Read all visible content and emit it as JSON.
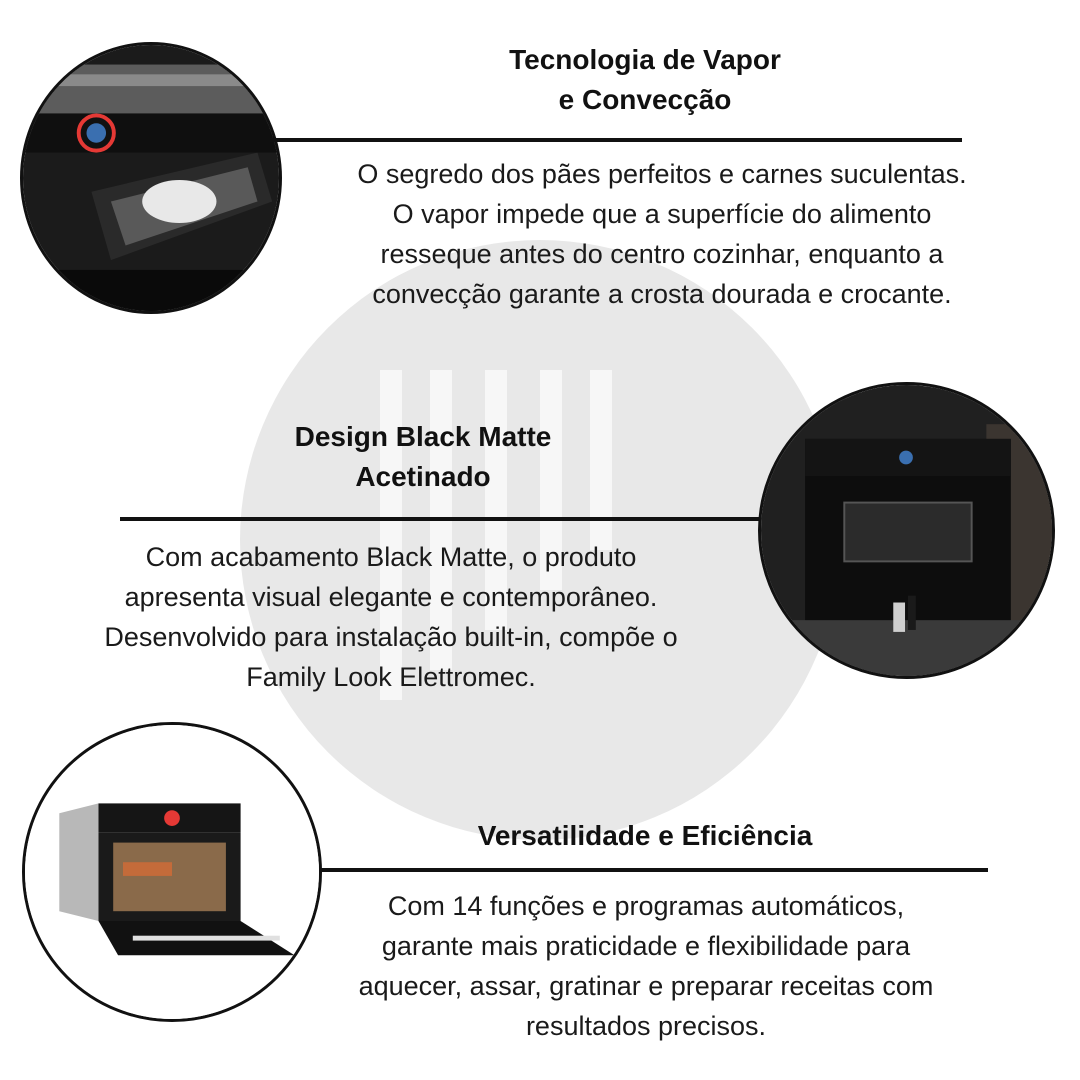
{
  "sections": [
    {
      "title": "Tecnologia de Vapor\ne Convecção",
      "body": "O segredo dos pães perfeitos e carnes suculentas.\nO vapor impede que a superfície do alimento\nresseque antes do centro cozinhar, enquanto a\nconvecção garante a crosta dourada e crocante.",
      "image_icon": "steam-drawer-photo"
    },
    {
      "title": "Design Black Matte\nAcetinado",
      "body": "Com acabamento Black Matte, o produto\napresenta visual elegante e contemporâneo.\nDesenvolvido para instalação built-in, compõe o\nFamily Look Elettromec.",
      "image_icon": "built-in-oven-photo"
    },
    {
      "title": "Versatilidade e Eficiência",
      "body": "Com 14 funções e programas automáticos,\ngarante mais praticidade e flexibilidade para\naquecer, assar, gratinar e preparar receitas com\nresultados precisos.",
      "image_icon": "open-oven-photo"
    }
  ],
  "colors": {
    "text": "#111111",
    "background_circle": "#e8e8e8",
    "accent_knob": "#e53935"
  }
}
